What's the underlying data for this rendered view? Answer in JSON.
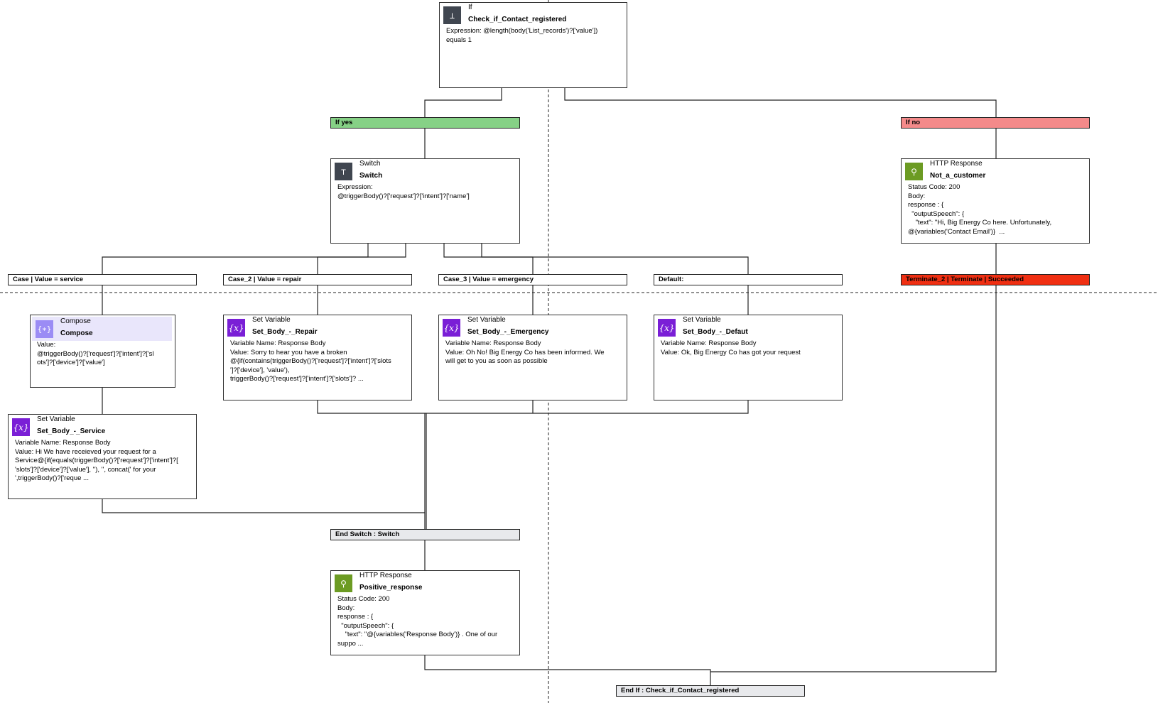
{
  "condition": {
    "type": "If",
    "name": "Check_if_Contact_registered",
    "body": "Expression: @length(body('List_records')?['value'])\nequals 1"
  },
  "branches": {
    "yes_label": "If yes",
    "no_label": "If no"
  },
  "switch": {
    "type": "Switch",
    "name": "Switch",
    "body": "Expression:\n@triggerBody()?['request']?['intent']?['name']"
  },
  "not_customer": {
    "type": "HTTP Response",
    "name": "Not_a_customer",
    "body": "Status Code: 200\nBody:\nresponse : {\n  \"outputSpeech\": {\n    \"text\": \"Hi, Big Energy Co here. Unfortunately,\n@{variables('Contact Email')}  ..."
  },
  "cases": [
    "Case | Value = service",
    "Case_2 | Value = repair",
    "Case_3 | Value = emergency",
    "Default:"
  ],
  "terminate_label": "Terminate_2 | Terminate | Succeeded",
  "compose": {
    "type": "Compose",
    "name": "Compose",
    "body": "Value:\n@triggerBody()?['request']?['intent']?['sl\nots']?['device']?['value']"
  },
  "set_repair": {
    "type": "Set Variable",
    "name": "Set_Body_-_Repair",
    "body": "Variable Name: Response Body\nValue: Sorry to hear you have a broken\n@{if(contains(triggerBody()?['request']?['intent']?['slots\n']?['device'], 'value'),\ntriggerBody()?['request']?['intent']?['slots']? ..."
  },
  "set_emergency": {
    "type": "Set Variable",
    "name": "Set_Body_-_Emergency",
    "body": "Variable Name: Response Body\nValue: Oh No! Big Energy Co has been informed. We\nwill get to you as soon as possible"
  },
  "set_default": {
    "type": "Set Variable",
    "name": "Set_Body_-_Defaut",
    "body": "Variable Name: Response Body\nValue: Ok, Big Energy Co has got your request"
  },
  "set_service": {
    "type": "Set Variable",
    "name": "Set_Body_-_Service",
    "body": "Variable Name: Response Body\nValue: Hi We have receieved your request for a\nService@{if(equals(triggerBody()?['request']?['intent']?[\n'slots']?['device']?['value'], ''), '', concat(' for your\n',triggerBody()?['reque ..."
  },
  "end_switch_label": "End Switch : Switch",
  "positive": {
    "type": "HTTP Response",
    "name": "Positive_response",
    "body": "Status Code: 200\nBody:\nresponse : {\n  \"outputSpeech\": {\n    \"text\": \"@{variables('Response Body')} . One of our\nsuppo ..."
  },
  "end_if_label": "End If : Check_if_Contact_registered",
  "icons": {
    "condition": "condition-icon",
    "switch": "switch-icon",
    "variable": "variable-icon",
    "compose": "compose-icon",
    "http": "http-response-icon"
  },
  "colors": {
    "yes": "#86d186",
    "no": "#f48a8a",
    "terminate": "#f02f12",
    "end": "#e8e9ec",
    "variable_icon": "#7a1fd6",
    "compose_icon": "#9b8cf5",
    "http_icon": "#6c9b23",
    "control_icon": "#404650"
  }
}
